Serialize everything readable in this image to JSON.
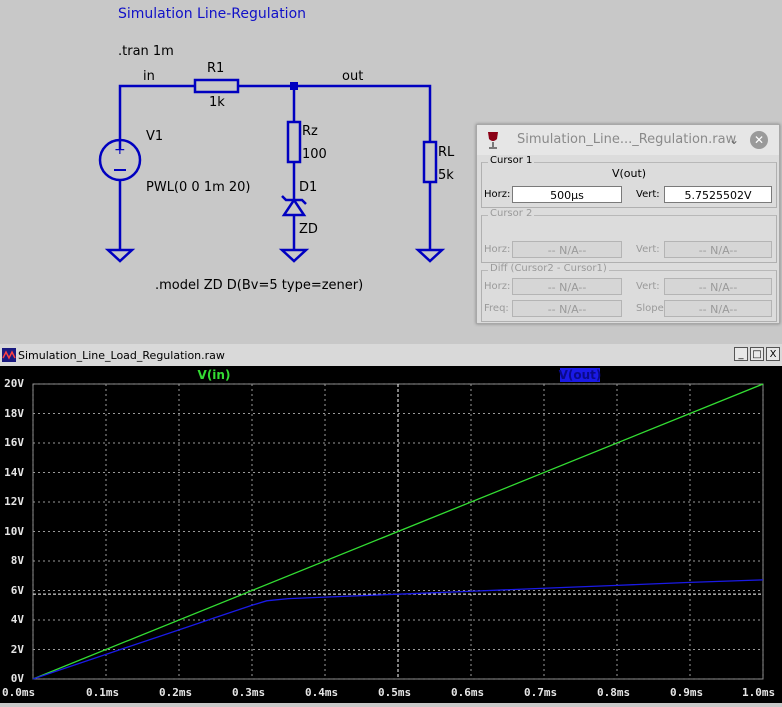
{
  "schematic": {
    "title": "Simulation Line-Regulation",
    "directive_tran": ".tran 1m",
    "net_in": "in",
    "net_out": "out",
    "r1_name": "R1",
    "r1_value": "1k",
    "rz_name": "Rz",
    "rz_value": "100",
    "d1_name": "D1",
    "d1_model": "ZD",
    "rl_name": "RL",
    "rl_value": "5k",
    "v1_name": "V1",
    "v1_value": "PWL(0 0 1m 20)",
    "model_directive": ".model ZD D(Bv=5 type=zener)",
    "wire_color": "#0000c0"
  },
  "cursor_dialog": {
    "title": "Simulation_Line..._Regulation.raw",
    "cursor1": {
      "label": "Cursor 1",
      "trace": "V(out)",
      "horz_label": "Horz:",
      "horz_value": "500µs",
      "vert_label": "Vert:",
      "vert_value": "5.7525502V"
    },
    "cursor2": {
      "label": "Cursor 2",
      "horz_label": "Horz:",
      "horz_value": "-- N/A--",
      "vert_label": "Vert:",
      "vert_value": "-- N/A--"
    },
    "diff": {
      "label": "Diff (Cursor2 - Cursor1)",
      "horz_label": "Horz:",
      "horz_value": "-- N/A--",
      "vert_label": "Vert:",
      "vert_value": "-- N/A--",
      "freq_label": "Freq:",
      "freq_value": "-- N/A--",
      "slope_label": "Slope:",
      "slope_value": "-- N/A--"
    }
  },
  "wave_window": {
    "title": "Simulation_Line_Load_Regulation.raw",
    "btn_min": "_",
    "btn_max": "□",
    "btn_close": "X"
  },
  "chart_data": {
    "type": "line",
    "x_unit": "ms",
    "xlim": [
      0,
      1.0
    ],
    "ylim": [
      0,
      20
    ],
    "x_ticks": [
      "0.0ms",
      "0.1ms",
      "0.2ms",
      "0.3ms",
      "0.4ms",
      "0.5ms",
      "0.6ms",
      "0.7ms",
      "0.8ms",
      "0.9ms",
      "1.0ms"
    ],
    "y_ticks": [
      "0V",
      "2V",
      "4V",
      "6V",
      "8V",
      "10V",
      "12V",
      "14V",
      "16V",
      "18V",
      "20V"
    ],
    "grid": true,
    "series": [
      {
        "name": "V(in)",
        "color": "#33dd33",
        "x": [
          0,
          1.0
        ],
        "y": [
          0,
          20
        ]
      },
      {
        "name": "V(out)",
        "color": "#1a1ae6",
        "x": [
          0,
          0.1,
          0.2,
          0.25,
          0.3,
          0.32,
          0.35,
          0.4,
          0.5,
          0.6,
          0.7,
          0.8,
          0.9,
          1.0
        ],
        "y": [
          0,
          1.67,
          3.33,
          4.17,
          5.0,
          5.3,
          5.45,
          5.55,
          5.75,
          5.95,
          6.15,
          6.35,
          6.55,
          6.72
        ]
      }
    ],
    "cursor": {
      "x": 0.5,
      "y": 5.7525502
    }
  }
}
